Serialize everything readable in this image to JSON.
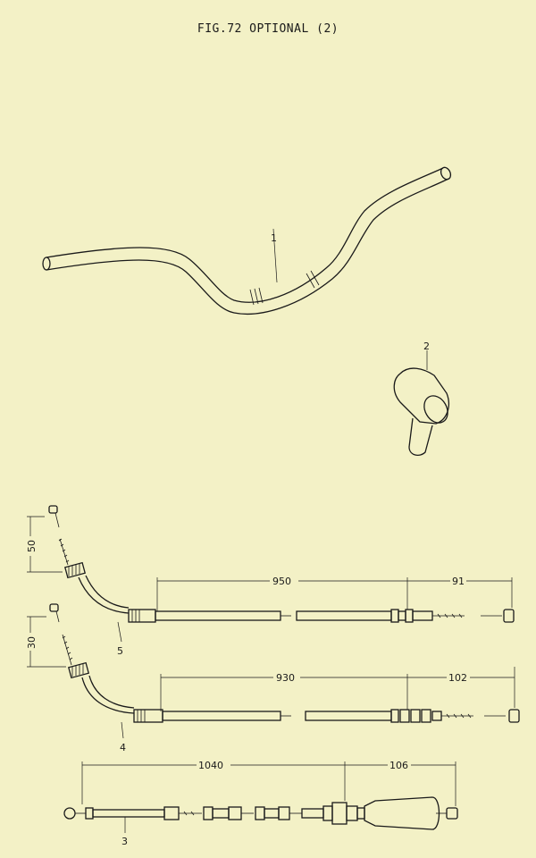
{
  "title": "FIG.72  OPTIONAL (2)",
  "callouts": {
    "part_1": "1",
    "part_2": "2",
    "part_3": "3",
    "part_4": "4",
    "part_5": "5"
  },
  "dimensions": {
    "cable_5_length": "950",
    "cable_5_end": "91",
    "cable_5_vertical": "50",
    "cable_4_length": "930",
    "cable_4_end": "102",
    "cable_4_vertical": "30",
    "cable_3_length": "1040",
    "cable_3_end": "106"
  }
}
